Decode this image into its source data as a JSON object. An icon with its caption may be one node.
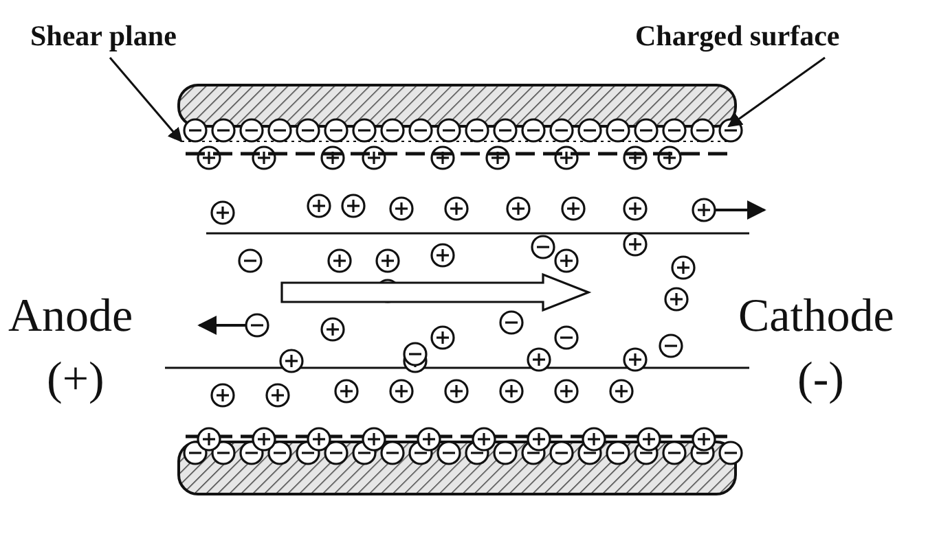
{
  "diagram": {
    "nodes": [
      {
        "text": [
          "Shear plane"
        ]
      },
      {
        "text": [
          "Charged surface"
        ]
      },
      {
        "text": [],
        "shape": "line"
      },
      {
        "text": [],
        "shape": "box"
      }
    ],
    "edges": [
      {
        "from": 0,
        "to": 2,
        "arrow": "to"
      },
      {
        "from": 1,
        "to": 3,
        "arrow": "to"
      }
    ],
    "labels": [
      "Anode",
      "(+)",
      "Cathode",
      "(-)"
    ]
  }
}
